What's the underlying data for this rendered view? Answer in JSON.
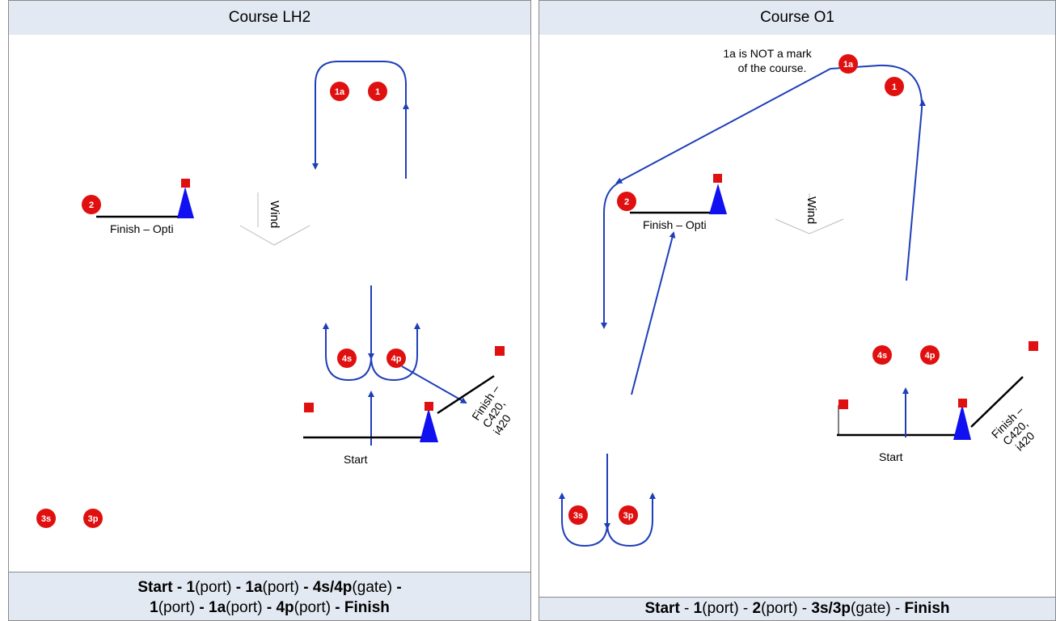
{
  "colors": {
    "route": "#1f3fb8",
    "mark": "#e01010",
    "boat": "#1010f0",
    "line": "#000000",
    "header_bg": "#e3e9f2"
  },
  "left": {
    "title": "Course LH2",
    "marks": {
      "m1": "1",
      "m1a": "1a",
      "m2": "2",
      "m3s": "3s",
      "m3p": "3p",
      "m4s": "4s",
      "m4p": "4p"
    },
    "finish_opti": "Finish – Opti",
    "finish_c420_lines": [
      "Finish –",
      "C420,",
      "i420"
    ],
    "start": "Start",
    "wind": "Wind",
    "footer": {
      "line1": [
        {
          "t": "Start",
          "b": true
        },
        {
          "t": " - ",
          "b": true
        },
        {
          "t": "1",
          "b": true
        },
        {
          "t": "(port)",
          "b": false
        },
        {
          "t": " - ",
          "b": true
        },
        {
          "t": "1a",
          "b": true
        },
        {
          "t": "(port)",
          "b": false
        },
        {
          "t": " - ",
          "b": true
        },
        {
          "t": "4s/4p",
          "b": true
        },
        {
          "t": "(gate)",
          "b": false
        },
        {
          "t": " -",
          "b": true
        }
      ],
      "line2": [
        {
          "t": "1",
          "b": true
        },
        {
          "t": "(port)",
          "b": false
        },
        {
          "t": " - ",
          "b": true
        },
        {
          "t": "1a",
          "b": true
        },
        {
          "t": "(port)",
          "b": false
        },
        {
          "t": " - ",
          "b": true
        },
        {
          "t": "4p",
          "b": true
        },
        {
          "t": "(port)",
          "b": false
        },
        {
          "t": " - ",
          "b": true
        },
        {
          "t": "Finish",
          "b": true
        }
      ]
    }
  },
  "right": {
    "title": "Course O1",
    "note_lines": [
      "1a is NOT a mark",
      "of the course."
    ],
    "marks": {
      "m1": "1",
      "m1a": "1a",
      "m2": "2",
      "m3s": "3s",
      "m3p": "3p",
      "m4s": "4s",
      "m4p": "4p"
    },
    "finish_opti": "Finish – Opti",
    "finish_c420_lines": [
      "Finish –",
      "C420,",
      "i420"
    ],
    "start": "Start",
    "wind": "Wind",
    "footer": {
      "line1": [
        {
          "t": "Start",
          "b": true
        },
        {
          "t": " - ",
          "b": false
        },
        {
          "t": "1",
          "b": true
        },
        {
          "t": "(port)",
          "b": false
        },
        {
          "t": " - ",
          "b": false
        },
        {
          "t": "2",
          "b": true
        },
        {
          "t": "(port)",
          "b": false
        },
        {
          "t": " - ",
          "b": false
        },
        {
          "t": "3s/3p",
          "b": true
        },
        {
          "t": "(gate)",
          "b": false
        },
        {
          "t": " - ",
          "b": false
        },
        {
          "t": "Finish",
          "b": true
        }
      ]
    }
  }
}
